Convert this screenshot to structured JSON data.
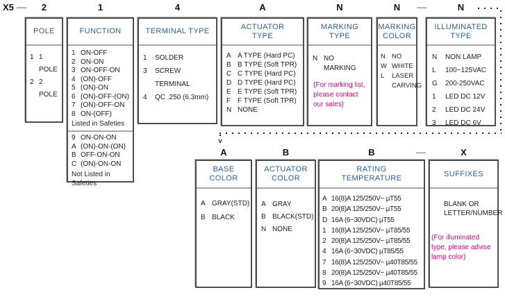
{
  "part_code": {
    "prefix": "X5",
    "dash": "—",
    "top": [
      "2",
      "1",
      "4",
      "A",
      "N",
      "N",
      "N"
    ],
    "bottom": [
      "A",
      "B",
      "B",
      "X"
    ]
  },
  "icons": {
    "arrow_down": "v"
  },
  "colors": {
    "header_blue": "#2b5ca8",
    "note_magenta": "#e5007d",
    "text": "#1c1c1c",
    "border_gray": "#4d4d4d",
    "divider_gray": "#a6a6a6"
  },
  "boxes": {
    "pole": {
      "title": "POLE",
      "title_lines": [
        "POLE"
      ],
      "items": [
        {
          "code": "1",
          "label": "1 POLE"
        },
        {
          "code": "2",
          "label": "2 POLE"
        }
      ]
    },
    "function": {
      "title": "FUNCTION",
      "title_lines": [
        "FUNCTION"
      ],
      "items_listed": [
        {
          "code": "1",
          "label": "ON-OFF"
        },
        {
          "code": "2",
          "label": "ON-ON"
        },
        {
          "code": "3",
          "label": "ON-OFF-ON"
        },
        {
          "code": "4",
          "label": "(ON)-OFF"
        },
        {
          "code": "5",
          "label": "(ON)-ON"
        },
        {
          "code": "6",
          "label": "(ON)-OFF-(ON)"
        },
        {
          "code": "7",
          "label": "(ON)-OFF-ON"
        },
        {
          "code": "8",
          "label": "ON-(OFF)"
        }
      ],
      "listed_note": "Listed in Safeties",
      "items_not_listed": [
        {
          "code": "9",
          "label": "ON-ON-ON"
        },
        {
          "code": "A",
          "label": "(ON)-ON-(ON)"
        },
        {
          "code": "B",
          "label": "OFF-ON-ON"
        },
        {
          "code": "C",
          "label": "(ON)-ON-ON"
        }
      ],
      "not_listed_note": "Not Listed in Safeties"
    },
    "terminal": {
      "title": "TERMINAL TYPE",
      "title_lines": [
        "TERMINAL TYPE"
      ],
      "items": [
        {
          "code": "1",
          "label": "SOLDER"
        },
        {
          "code": "3",
          "label": "SCREW TERMINAL"
        },
        {
          "code": "4",
          "label": "QC .250 (6.3mm)"
        }
      ]
    },
    "actuator_type": {
      "title": "ACTUATOR TYPE",
      "title_lines": [
        "ACTUATOR",
        "TYPE"
      ],
      "items": [
        {
          "code": "A",
          "label": "A TYPE (Hard PC)"
        },
        {
          "code": "B",
          "label": "B TYPE (Soft TPR)"
        },
        {
          "code": "C",
          "label": "C TYPE (Hard PC)"
        },
        {
          "code": "D",
          "label": "D TYPE (Hard PC)"
        },
        {
          "code": "E",
          "label": "E TYPE (Soft TPR)"
        },
        {
          "code": "F",
          "label": "F TYPE (Soft TPR)"
        },
        {
          "code": "N",
          "label": "NONE"
        }
      ]
    },
    "marking_type": {
      "title": "MARKING TYPE",
      "title_lines": [
        "MARKING",
        "TYPE"
      ],
      "items": [
        {
          "code": "N",
          "label": "NO MARKING"
        }
      ],
      "note": "(For marking list, please contact our sales)"
    },
    "marking_color": {
      "title": "MARKING COLOR",
      "title_lines": [
        "MARKING",
        "COLOR"
      ],
      "items": [
        {
          "code": "N",
          "label": "NO"
        },
        {
          "code": "W",
          "label": "WHITE"
        },
        {
          "code": "L",
          "label": "LASER CARVING"
        }
      ]
    },
    "illuminated": {
      "title": "ILLUMINATED TYPE",
      "title_lines": [
        "ILLUMINATED",
        "TYPE"
      ],
      "items": [
        {
          "code": "N",
          "label": "NON LAMP"
        },
        {
          "code": "L",
          "label": "100~125VAC"
        },
        {
          "code": "G",
          "label": "200-250VAC"
        },
        {
          "code": "1",
          "label": "LED DC 12V"
        },
        {
          "code": "2",
          "label": "LED DC 24V"
        },
        {
          "code": "3",
          "label": "LED DC 6V"
        }
      ]
    },
    "base_color": {
      "title": "BASE COLOR",
      "title_lines": [
        "BASE",
        "COLOR"
      ],
      "items": [
        {
          "code": "A",
          "label": "GRAY(STD)"
        },
        {
          "code": "B",
          "label": "BLACK"
        }
      ]
    },
    "actuator_color": {
      "title": "ACTUATOR COLOR",
      "title_lines": [
        "ACTUATOR",
        "COLOR"
      ],
      "items": [
        {
          "code": "A",
          "label": "GRAY"
        },
        {
          "code": "B",
          "label": "BLACK(STD)"
        },
        {
          "code": "N",
          "label": "NONE"
        }
      ]
    },
    "rating": {
      "title": "RATING TEMPERATURE",
      "title_lines": [
        "RATING",
        "TEMPERATURE"
      ],
      "items": [
        {
          "code": "A",
          "label": "16(8)A 125/250V~ µT55"
        },
        {
          "code": "B",
          "label": "20(8)A 125/250V~ µT55"
        },
        {
          "code": "D",
          "label": "16A (6~30VDC) µT55"
        },
        {
          "code": "1",
          "label": "16(8)A 125/250V~ µT85/55"
        },
        {
          "code": "2",
          "label": "20(8)A 125/250V~ µT85/55"
        },
        {
          "code": "4",
          "label": "16A (6~30VDC) µT85/55"
        },
        {
          "code": "7",
          "label": "16(8)A 125/250V~ µ40T85/55"
        },
        {
          "code": "8",
          "label": "20(8)A 125/250V~ µ40T85/55"
        },
        {
          "code": "9",
          "label": "16A (6~30VDC) µ40T85/55"
        }
      ]
    },
    "suffixes": {
      "title": "SUFFIXES",
      "title_lines": [
        "SUFFIXES"
      ],
      "body": "BLANK OR LETTER/NUMBER",
      "note": "(For illuminated type, please advise lamp color)"
    }
  }
}
